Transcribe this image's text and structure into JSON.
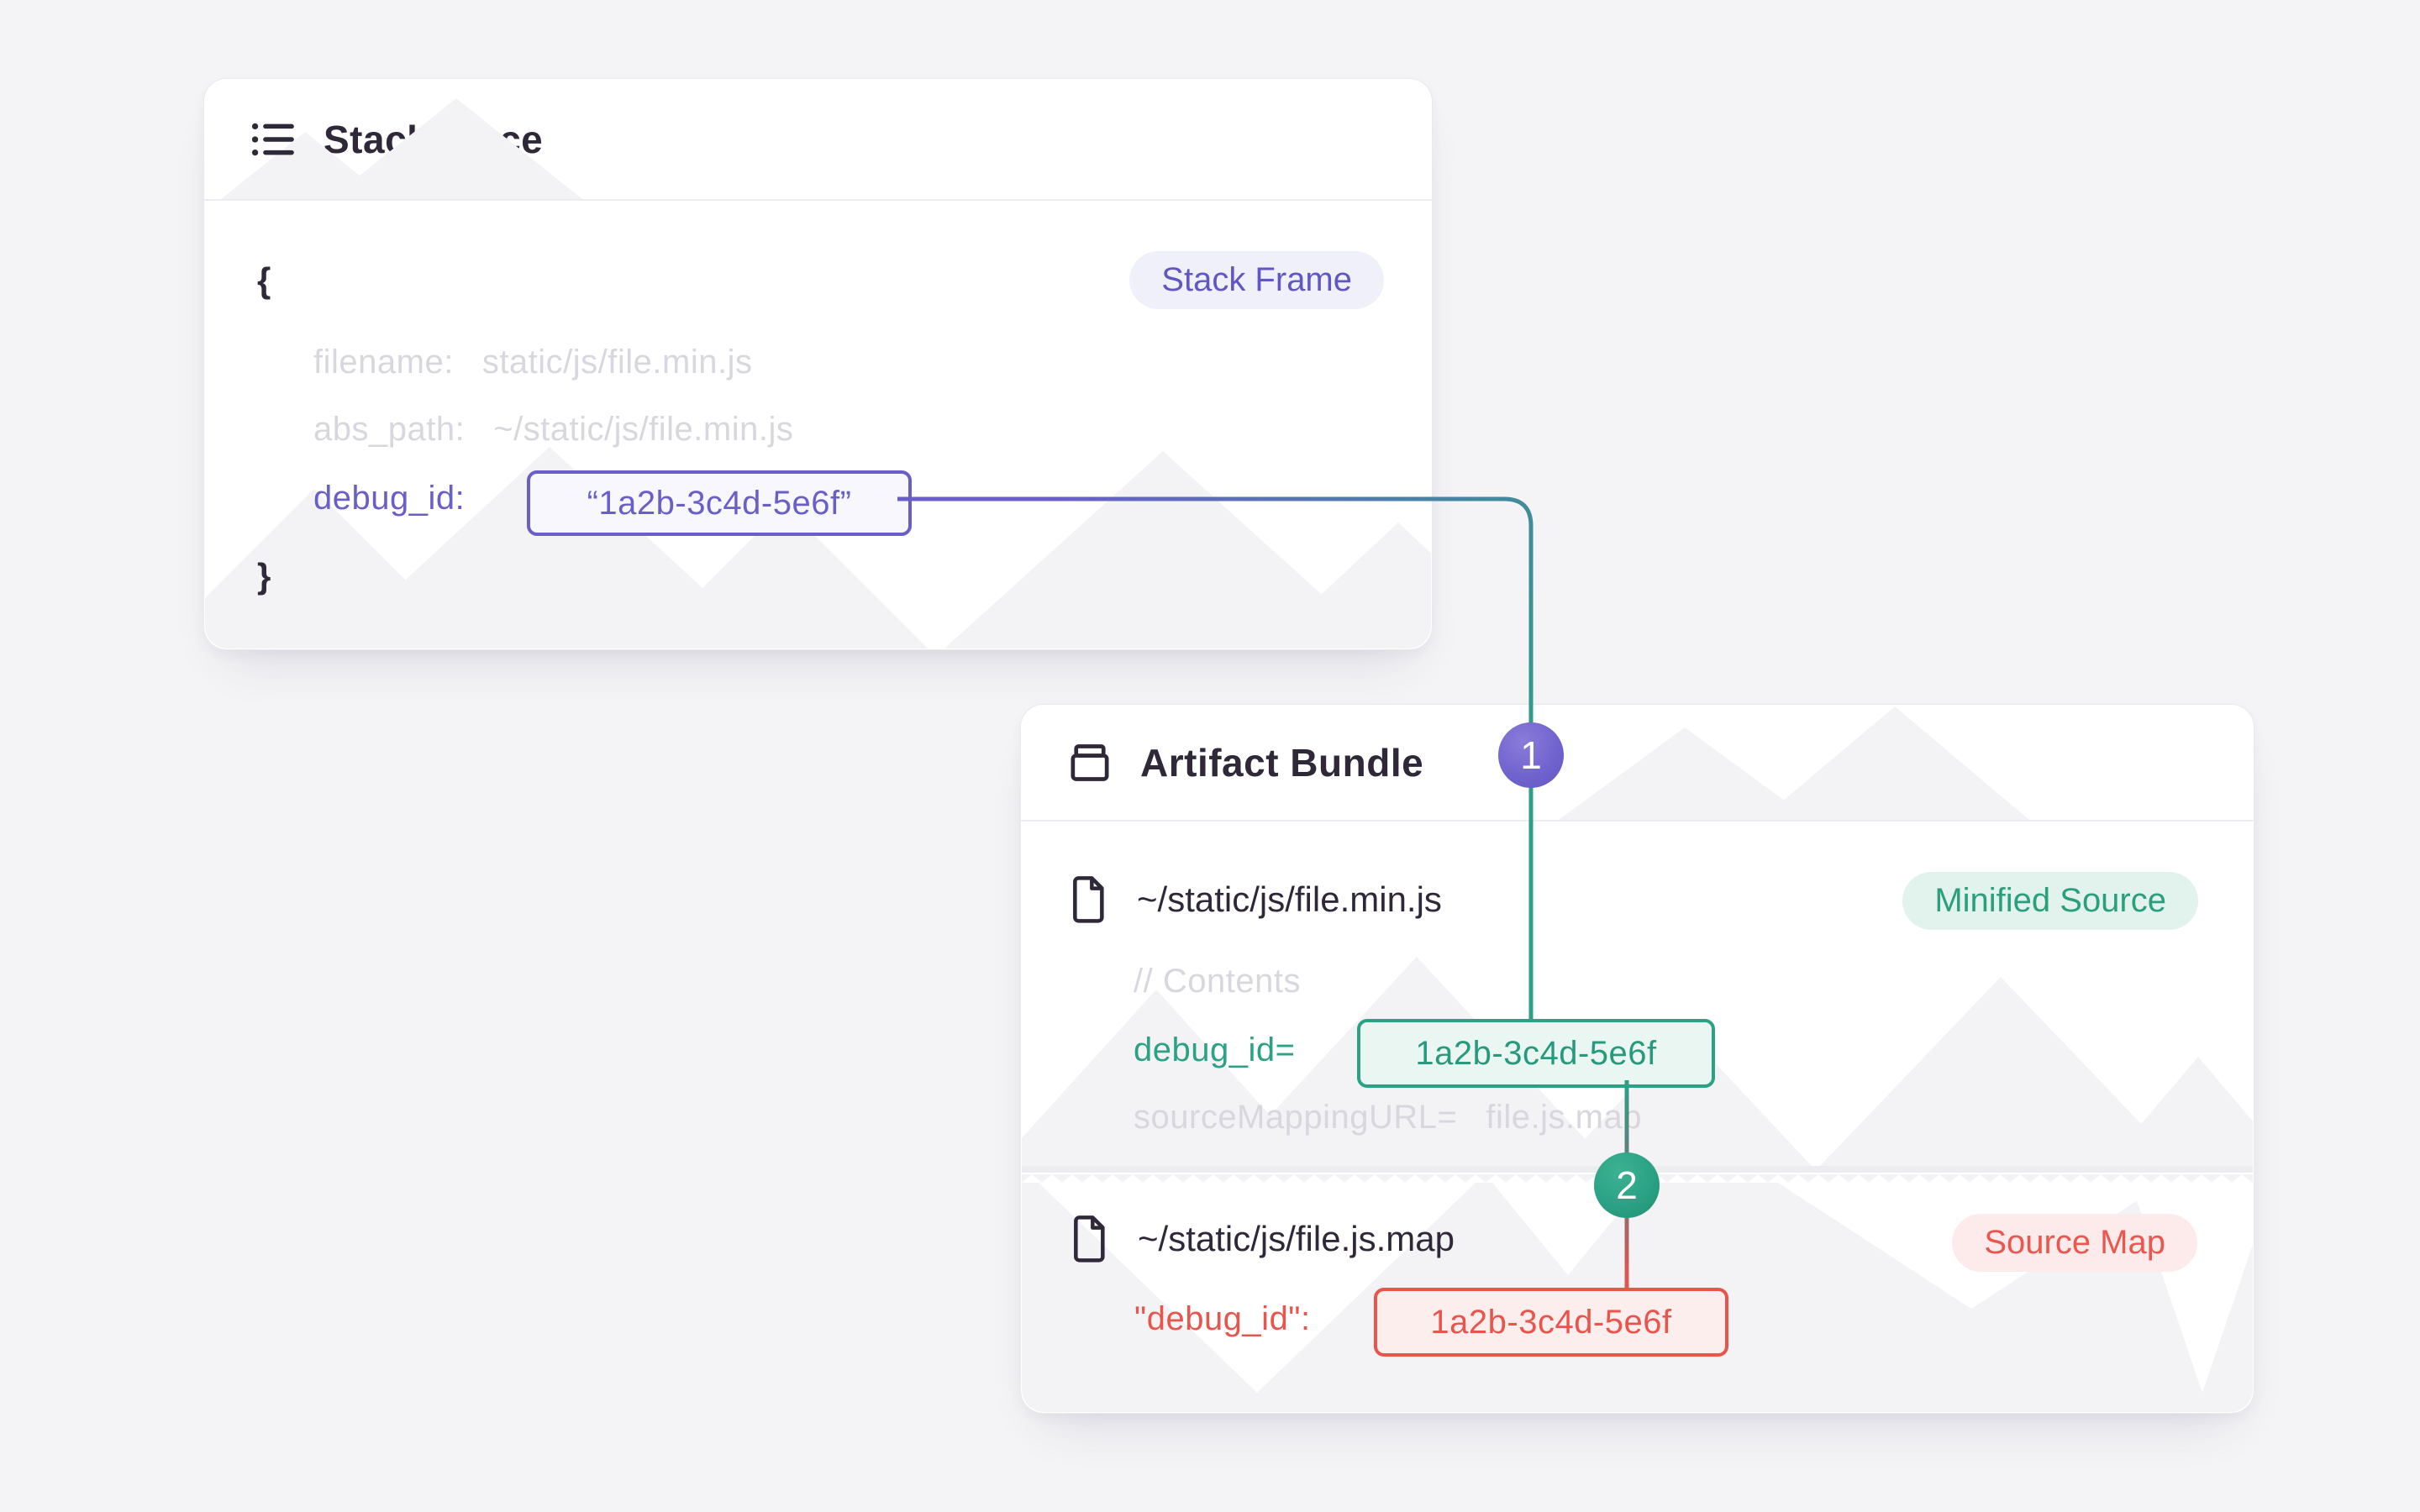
{
  "colors": {
    "page_bg": "#F4F4F6",
    "accent_purple": "#6A5FC8",
    "accent_teal": "#2BA185",
    "accent_red": "#E8554D",
    "muted_text": "#D8D7DE",
    "dark_text": "#2F2839",
    "badge_lavender_bg": "#F0F0FA",
    "badge_mint_bg": "#E2F2EC",
    "badge_pink_bg": "#FDEBEB"
  },
  "stack_trace": {
    "title": "Stack Trace",
    "frame_badge": "Stack Frame",
    "brace_open": "{",
    "brace_close": "}",
    "fields": [
      {
        "label": "filename:",
        "value": "static/js/file.min.js"
      },
      {
        "label": "abs_path:",
        "value": "~/static/js/file.min.js"
      }
    ],
    "debug_field": {
      "label": "debug_id:",
      "value": "“1a2b-3c4d-5e6f”"
    }
  },
  "artifact_bundle": {
    "title": "Artifact Bundle",
    "minified_source": {
      "filename": "~/static/js/file.min.js",
      "badge": "Minified Source",
      "comment": "// Contents",
      "debug_field": {
        "label": "debug_id=",
        "value": "1a2b-3c4d-5e6f"
      },
      "mapping_field": {
        "label": "sourceMappingURL=",
        "value": "file.js.map"
      }
    },
    "source_map": {
      "filename": "~/static/js/file.js.map",
      "badge": "Source Map",
      "debug_field": {
        "label": "\"debug_id\":",
        "value": "1a2b-3c4d-5e6f"
      }
    }
  },
  "connectors": {
    "step_1": "1",
    "step_2": "2"
  }
}
